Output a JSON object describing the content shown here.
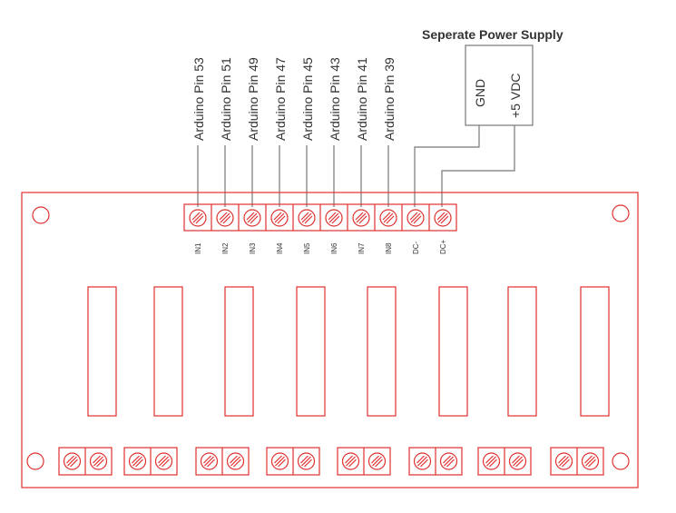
{
  "power_supply": {
    "title": "Seperate Power Supply",
    "gnd_label": "GND",
    "vdc_label": "+5 VDC"
  },
  "arduino_pins": [
    "Arduino Pin 53",
    "Arduino Pin 51",
    "Arduino Pin 49",
    "Arduino Pin 47",
    "Arduino Pin 45",
    "Arduino Pin 43",
    "Arduino Pin 41",
    "Arduino Pin 39"
  ],
  "input_terminals": [
    "IN1",
    "IN2",
    "IN3",
    "IN4",
    "IN5",
    "IN6",
    "IN7",
    "IN8",
    "DC-",
    "DC+"
  ],
  "relay_count": 8,
  "colors": {
    "board": "#e03030",
    "wire": "#777777",
    "text": "#333333"
  }
}
